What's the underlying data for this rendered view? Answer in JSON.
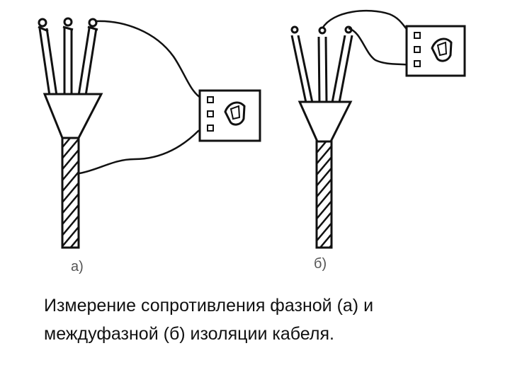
{
  "diagram": {
    "label_a": "а)",
    "label_b": "б)"
  },
  "caption": {
    "line1": "Измерение сопротивления фазной (а) и",
    "line2": "междуфазной (б) изоляции кабеля."
  },
  "colors": {
    "ink": "#111111",
    "label": "#555555",
    "background": "#ffffff"
  }
}
